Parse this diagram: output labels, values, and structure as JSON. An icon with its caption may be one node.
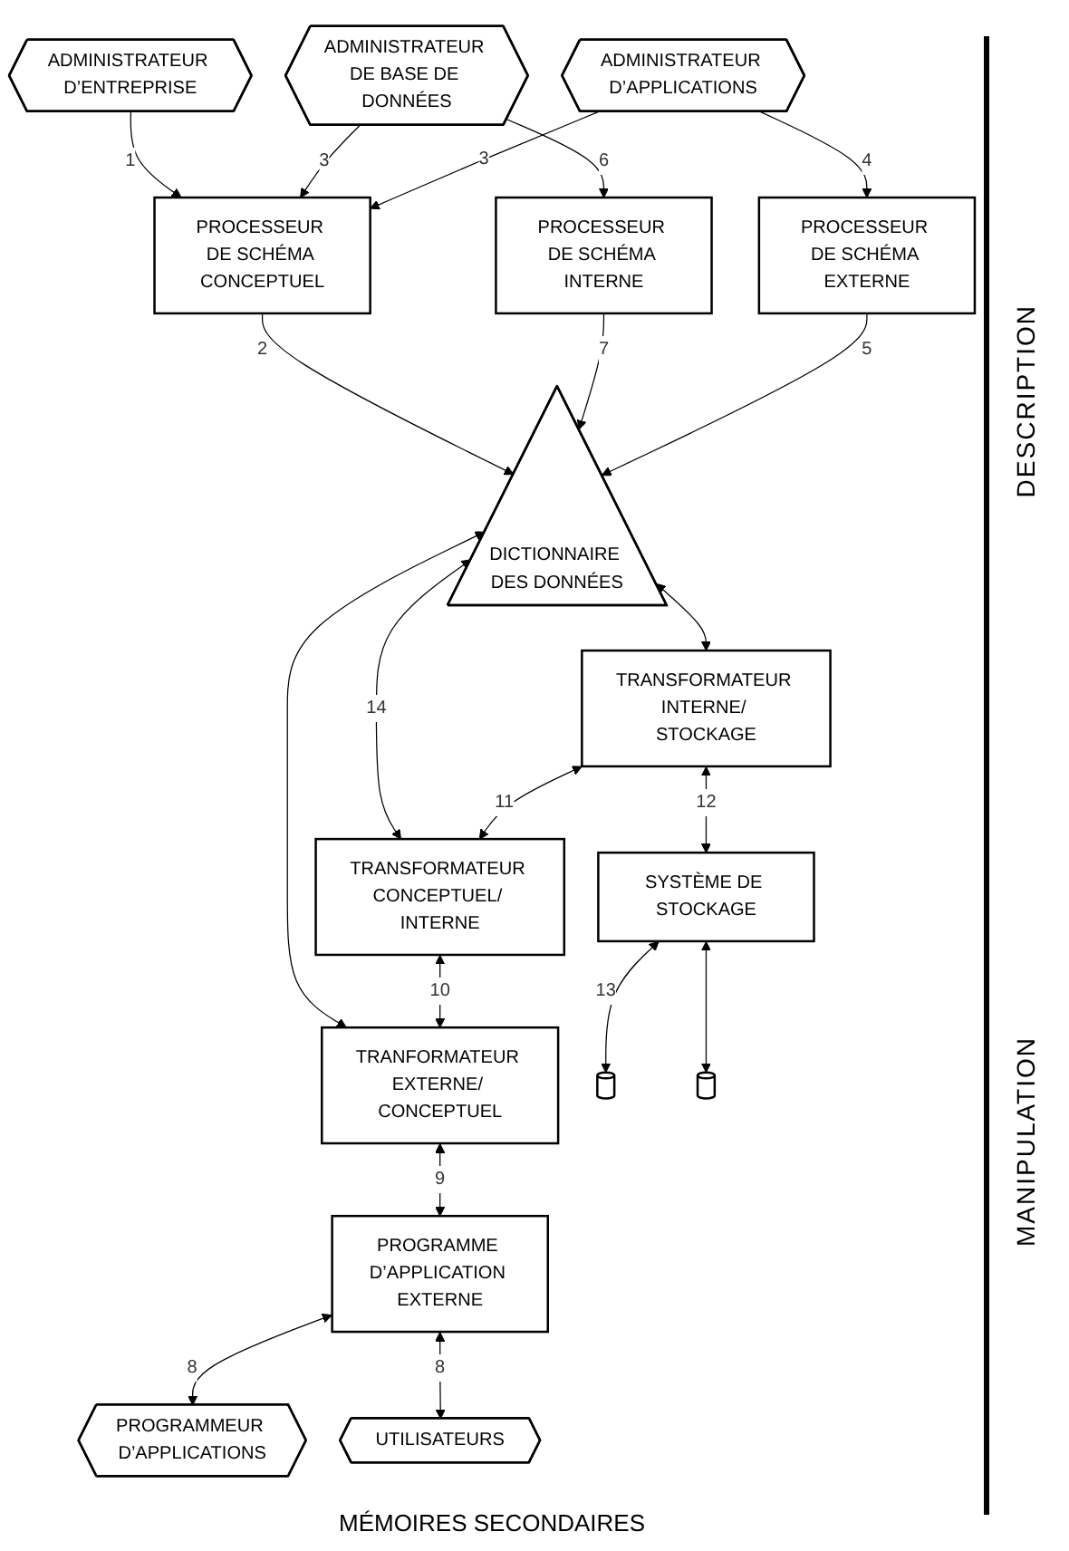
{
  "diagram": {
    "nodes": [
      {
        "text": [
          "ADMINISTRATEUR D’ENTREPRISE"
        ]
      },
      {
        "text": [
          "ADMINISTRATEUR DE BASE DE DONNÉES"
        ]
      },
      {
        "text": [
          "PROCESSEUR DE SCHÉMA CONCEPTUEL"
        ]
      },
      {
        "text": [
          "ADMINISTRATEUR D’APPLICATIONS"
        ]
      },
      {
        "text": [
          "PROCESSEUR DE SCHÉMA INTERNE"
        ]
      },
      {
        "text": [
          "DICTIONNAIRE DES DONNÉES"
        ]
      },
      {
        "text": [
          "PROCESSEUR DE SCHÉMA EXTERNE"
        ]
      },
      {
        "text": [
          "TRANSFORMATEUR INTERNE/ STOCKAGE"
        ]
      },
      {
        "text": [
          "TRANSFORMATEUR CONCEPTUEL/ INTERNE"
        ]
      },
      {
        "text": [
          "TRANFORMATEUR EXTERNE/ CONCEPTUEL"
        ]
      },
      {
        "text": [
          "SYSTÈME DE STOCKAGE"
        ]
      },
      {
        "text": [
          "PROGRAMME D’APPLICATION EXTERNE"
        ]
      },
      {
        "text": [],
        "shape": "cylinder"
      },
      {
        "text": [],
        "shape": "cylinder"
      },
      {
        "text": [
          "PROGRAMMEUR D’APPLICATIONS"
        ]
      },
      {
        "text": [
          "UTILISATEURS"
        ]
      }
    ],
    "edges": [
      {
        "from": 0,
        "to": 2,
        "arrow": "to",
        "label": "1"
      },
      {
        "from": 1,
        "to": 2,
        "arrow": "to",
        "label": "3"
      },
      {
        "from": 3,
        "to": 2,
        "arrow": "to",
        "label": "3"
      },
      {
        "from": 2,
        "to": 5,
        "arrow": "to",
        "label": "2"
      },
      {
        "from": 1,
        "to": 4,
        "arrow": "to",
        "label": "6"
      },
      {
        "from": 3,
        "to": 6,
        "arrow": "to",
        "label": "4"
      },
      {
        "from": 4,
        "to": 5,
        "arrow": "to",
        "label": "7"
      },
      {
        "from": 6,
        "to": 5,
        "arrow": "to",
        "label": "5"
      },
      {
        "from": 5,
        "to": 7,
        "arrow": "both"
      },
      {
        "from": 5,
        "to": 8,
        "arrow": "both",
        "label": "14"
      },
      {
        "from": 5,
        "to": 9,
        "arrow": "both"
      },
      {
        "from": 7,
        "to": 8,
        "arrow": "both",
        "label": "11"
      },
      {
        "from": 8,
        "to": 9,
        "arrow": "both",
        "label": "10"
      },
      {
        "from": 7,
        "to": 10,
        "arrow": "both",
        "label": "12"
      },
      {
        "from": 9,
        "to": 11,
        "arrow": "both",
        "label": "9"
      },
      {
        "from": 10,
        "to": 12,
        "arrow": "both",
        "label": "13"
      },
      {
        "from": 10,
        "to": 13,
        "arrow": "both"
      },
      {
        "from": 11,
        "to": 14,
        "arrow": "both",
        "label": "8"
      },
      {
        "from": 11,
        "to": 15,
        "arrow": "both",
        "label": "8"
      }
    ],
    "labels": [
      "DESCRIPTION",
      "MANIPULATION",
      "MÉMOIRES SECONDAIRES"
    ]
  }
}
